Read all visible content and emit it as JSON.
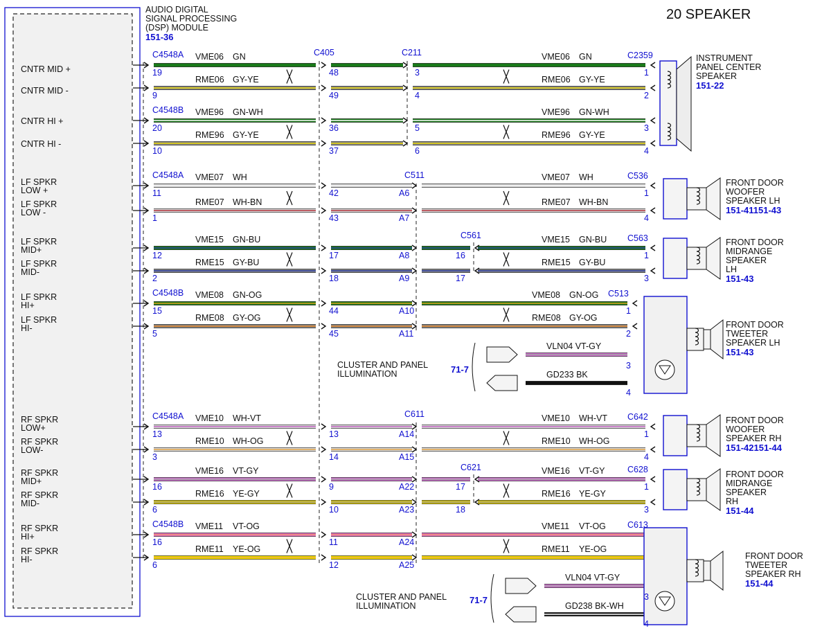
{
  "title": "20 SPEAKER",
  "module": {
    "label": [
      "AUDIO DIGITAL",
      "SIGNAL PROCESSING",
      "(DSP) MODULE"
    ],
    "ref": "151-36"
  },
  "pins": [
    {
      "label": [
        "CNTR MID +"
      ]
    },
    {
      "label": [
        "CNTR MID -"
      ]
    },
    {
      "label": [
        "CNTR HI +"
      ]
    },
    {
      "label": [
        "CNTR HI -"
      ]
    },
    {
      "label": [
        "LF SPKR",
        "LOW +"
      ]
    },
    {
      "label": [
        "LF SPKR",
        "LOW -"
      ]
    },
    {
      "label": [
        "LF SPKR",
        "MID+"
      ]
    },
    {
      "label": [
        "LF SPKR",
        "MID-"
      ]
    },
    {
      "label": [
        "LF SPKR",
        "HI+"
      ]
    },
    {
      "label": [
        "LF SPKR",
        "HI-"
      ]
    },
    {
      "label": [
        "RF SPKR",
        "LOW+"
      ]
    },
    {
      "label": [
        "RF SPKR",
        "LOW-"
      ]
    },
    {
      "label": [
        "RF SPKR",
        "MID+"
      ]
    },
    {
      "label": [
        "RF SPKR",
        "MID-"
      ]
    },
    {
      "label": [
        "RF SPKR",
        "HI+"
      ]
    },
    {
      "label": [
        "RF SPKR",
        "HI-"
      ]
    }
  ],
  "connectors": {
    "c405": "C405",
    "c211": "C211",
    "c511": "C511",
    "c561": "C561",
    "c611": "C611",
    "c621": "C621"
  },
  "wires": [
    {
      "circuit": "VME06",
      "color": "GN",
      "dsp_conn": "C4548A",
      "dsp_pin": "19",
      "c405_pin": "48",
      "mid_pin": "3",
      "spk_pin": "1",
      "spk_conn": "C2359"
    },
    {
      "circuit": "RME06",
      "color": "GY-YE",
      "dsp_pin": "9",
      "c405_pin": "49",
      "mid_pin": "4",
      "spk_pin": "2"
    },
    {
      "circuit": "VME96",
      "color": "GN-WH",
      "dsp_conn": "C4548B",
      "dsp_pin": "20",
      "c405_pin": "36",
      "mid_pin": "5",
      "spk_pin": "3"
    },
    {
      "circuit": "RME96",
      "color": "GY-YE",
      "dsp_pin": "10",
      "c405_pin": "37",
      "mid_pin": "6",
      "spk_pin": "4"
    },
    {
      "circuit": "VME07",
      "color": "WH",
      "dsp_conn": "C4548A",
      "dsp_pin": "11",
      "c405_pin": "42",
      "mid_pin": "A6",
      "spk_pin": "1",
      "spk_conn": "C536"
    },
    {
      "circuit": "RME07",
      "color": "WH-BN",
      "dsp_pin": "1",
      "c405_pin": "43",
      "mid_pin": "A7",
      "spk_pin": "4"
    },
    {
      "circuit": "VME15",
      "color": "GN-BU",
      "dsp_pin": "12",
      "c405_pin": "17",
      "mid_pin": "A8",
      "c561_pin": "16",
      "spk_pin": "1",
      "spk_conn": "C563"
    },
    {
      "circuit": "RME15",
      "color": "GY-BU",
      "dsp_pin": "2",
      "c405_pin": "18",
      "mid_pin": "A9",
      "c561_pin": "17",
      "spk_pin": "3"
    },
    {
      "circuit": "VME08",
      "color": "GN-OG",
      "dsp_conn": "C4548B",
      "dsp_pin": "15",
      "c405_pin": "44",
      "mid_pin": "A10",
      "spk_pin": "1",
      "spk_conn": "C513"
    },
    {
      "circuit": "RME08",
      "color": "GY-OG",
      "dsp_pin": "5",
      "c405_pin": "45",
      "mid_pin": "A11",
      "spk_pin": "2"
    },
    {
      "circuit": "VME10",
      "color": "WH-VT",
      "dsp_conn": "C4548A",
      "dsp_pin": "13",
      "c405_pin": "13",
      "mid_pin": "A14",
      "spk_pin": "1",
      "spk_conn": "C642"
    },
    {
      "circuit": "RME10",
      "color": "WH-OG",
      "dsp_pin": "3",
      "c405_pin": "14",
      "mid_pin": "A15",
      "spk_pin": "4"
    },
    {
      "circuit": "VME16",
      "color": "VT-GY",
      "dsp_pin": "16",
      "c405_pin": "9",
      "mid_pin": "A22",
      "c561_pin": "17",
      "spk_pin": "1",
      "spk_conn": "C628"
    },
    {
      "circuit": "RME16",
      "color": "YE-GY",
      "dsp_pin": "6",
      "c405_pin": "10",
      "mid_pin": "A23",
      "c561_pin": "18",
      "spk_pin": "3"
    },
    {
      "circuit": "VME11",
      "color": "VT-OG",
      "dsp_conn": "C4548B",
      "dsp_pin": "16",
      "c405_pin": "11",
      "mid_pin": "A24",
      "spk_pin": "1",
      "spk_conn": "C613"
    },
    {
      "circuit": "RME11",
      "color": "YE-OG",
      "dsp_pin": "6",
      "c405_pin": "12",
      "mid_pin": "A25",
      "spk_pin": "2"
    }
  ],
  "speakers": [
    {
      "label": [
        "INSTRUMENT",
        "PANEL CENTER",
        "SPEAKER"
      ],
      "ref": "151-22"
    },
    {
      "label": [
        "FRONT DOOR",
        "WOOFER",
        "SPEAKER LH"
      ],
      "ref": "151-41151-43"
    },
    {
      "label": [
        "FRONT DOOR",
        "MIDRANGE",
        "SPEAKER",
        "LH"
      ],
      "ref": "151-43"
    },
    {
      "label": [
        "FRONT DOOR",
        "TWEETER",
        "SPEAKER LH"
      ],
      "ref": "151-43"
    },
    {
      "label": [
        "FRONT DOOR",
        "WOOFER",
        "SPEAKER RH"
      ],
      "ref": "151-42151-44"
    },
    {
      "label": [
        "FRONT DOOR",
        "MIDRANGE",
        "SPEAKER",
        "RH"
      ],
      "ref": "151-44"
    },
    {
      "label": [
        "FRONT DOOR",
        "TWEETER",
        "SPEAKER RH"
      ],
      "ref": "151-44"
    }
  ],
  "illum": [
    {
      "label": [
        "CLUSTER AND PANEL",
        "ILLUMINATION"
      ],
      "ref": "71-7",
      "w1": "VLN04  VT-GY",
      "w2": "GD233  BK",
      "p1": "3",
      "p2": "4"
    },
    {
      "label": [
        "CLUSTER AND PANEL",
        "ILLUMINATION"
      ],
      "ref": "71-7",
      "w1": "VLN04  VT-GY",
      "w2": "GD238  BK-WH",
      "p1": "3",
      "p2": "4"
    }
  ],
  "colors": {
    "GN": [
      "#1a7a1a",
      "#1a7a1a"
    ],
    "GY-YE": [
      "#8a8a8a",
      "#e8d400"
    ],
    "GN-WH": [
      "#1a7a1a",
      "#ffffff"
    ],
    "WH": [
      "#d8d8d8",
      "#f4f4f4"
    ],
    "WH-BN": [
      "#dddddd",
      "#b0303a"
    ],
    "GN-BU": [
      "#1a7a1a",
      "#2a3aa0"
    ],
    "GY-BU": [
      "#8a8a8a",
      "#2a3aa0"
    ],
    "GN-OG": [
      "#1a7a1a",
      "#e0a020"
    ],
    "GY-OG": [
      "#8a8a8a",
      "#e08020"
    ],
    "WH-VT": [
      "#e0e0e0",
      "#c060c0"
    ],
    "WH-OG": [
      "#e0e0e0",
      "#e0a040"
    ],
    "VT-GY": [
      "#d070d0",
      "#a0a0a0"
    ],
    "YE-GY": [
      "#e8d400",
      "#8a8a8a"
    ],
    "VT-OG": [
      "#e070c0",
      "#f09070"
    ],
    "YE-OG": [
      "#f0e000",
      "#f0b030"
    ],
    "BK": [
      "#111111",
      "#111111"
    ],
    "BK-WH": [
      "#111111",
      "#ffffff"
    ],
    "blue": "#1010d0"
  }
}
